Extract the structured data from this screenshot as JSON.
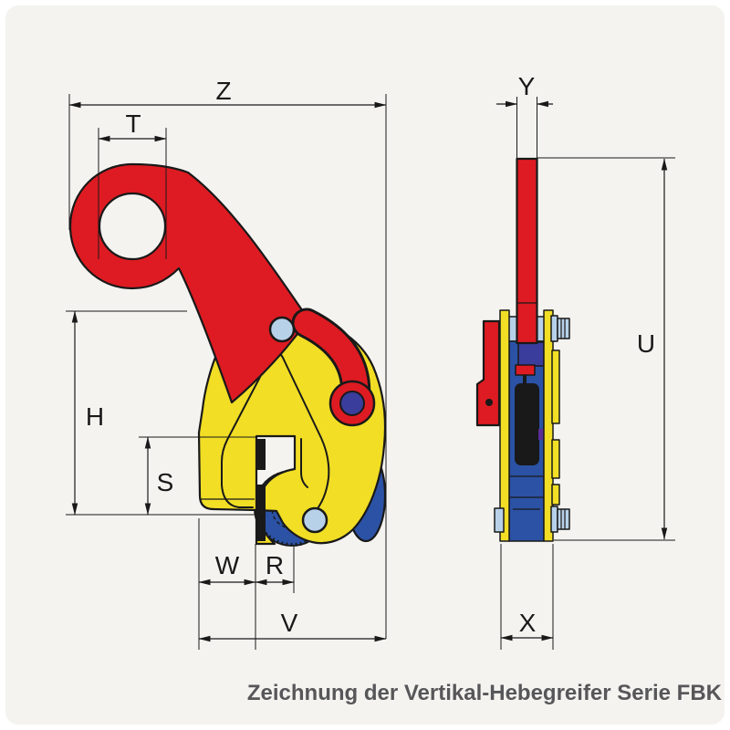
{
  "caption": "Zeichnung der Vertikal-Hebegreifer Serie FBK",
  "dimensions": {
    "z": "Z",
    "t": "T",
    "h": "H",
    "s": "S",
    "w": "W",
    "r": "R",
    "v": "V",
    "y": "Y",
    "u": "U",
    "x": "X"
  },
  "colors": {
    "red": "#de1b22",
    "yellow": "#f1de25",
    "blue": "#2b52a5",
    "navy": "#3a3d9b",
    "light_blue": "#b7d1e8",
    "purple": "#5c2f96",
    "ink": "#191919",
    "background": "#f4f3f0",
    "caption_text": "#57575a"
  }
}
